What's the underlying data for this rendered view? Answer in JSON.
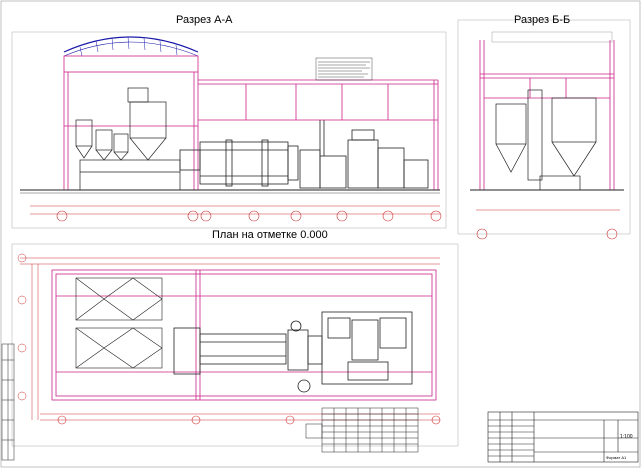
{
  "titles": {
    "section_aa": "Разрез А-А",
    "section_bb": "Разрез Б-Б",
    "plan": "План на отметке 0.000"
  },
  "title_block": {
    "scale": "1:100",
    "sheet_format": "Формат А1"
  },
  "colors": {
    "line": "#222222",
    "structure": "#cc2288",
    "grid": "#d23a3a",
    "axis_circle": "#cc3333",
    "accent": "#1a1aaa"
  }
}
